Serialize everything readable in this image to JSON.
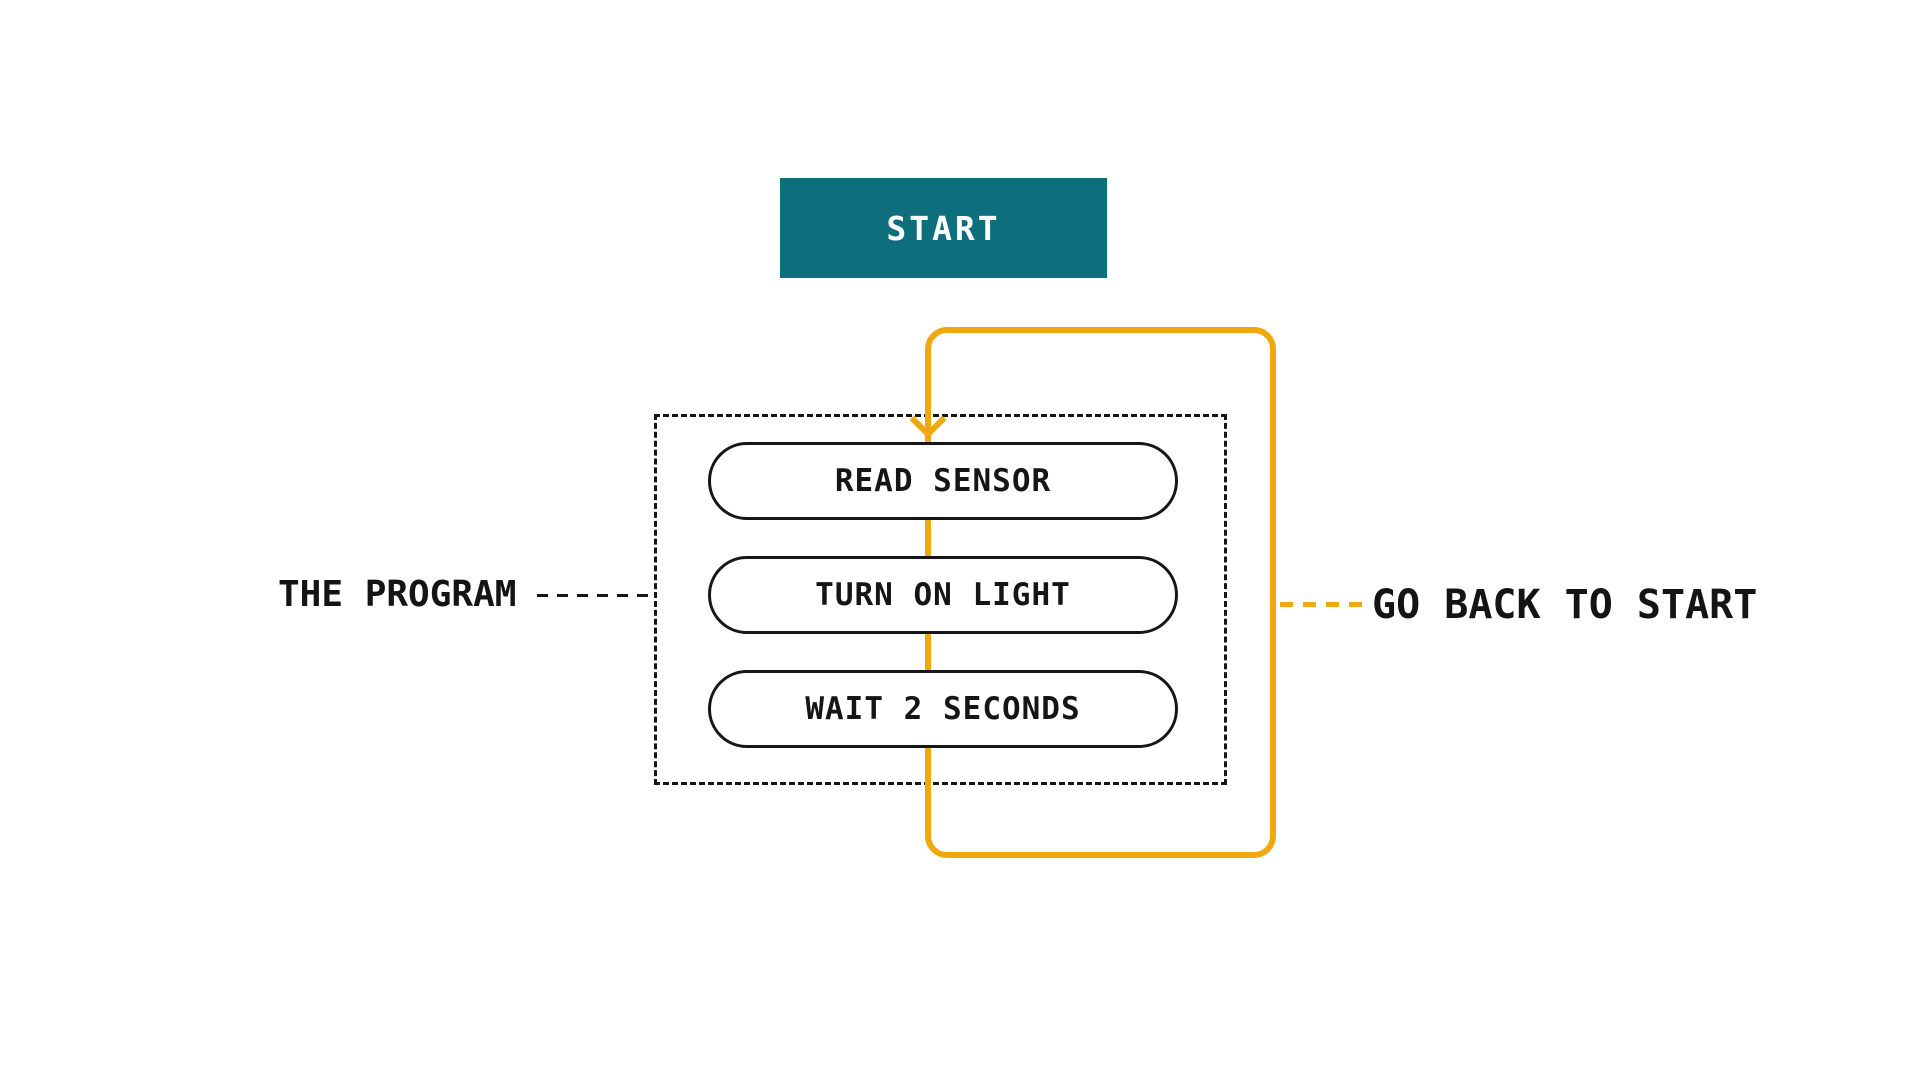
{
  "diagram": {
    "start_label": "START",
    "program_label": "THE PROGRAM",
    "loop_label": "GO BACK TO START",
    "steps": [
      {
        "label": "READ SENSOR"
      },
      {
        "label": "TURN ON LIGHT"
      },
      {
        "label": "WAIT 2 SECONDS"
      }
    ],
    "colors": {
      "start_node_teal": "#0e6f7c",
      "loop_amber": "#efa80d",
      "ink": "#161616",
      "canvas": "#ffffff"
    }
  }
}
